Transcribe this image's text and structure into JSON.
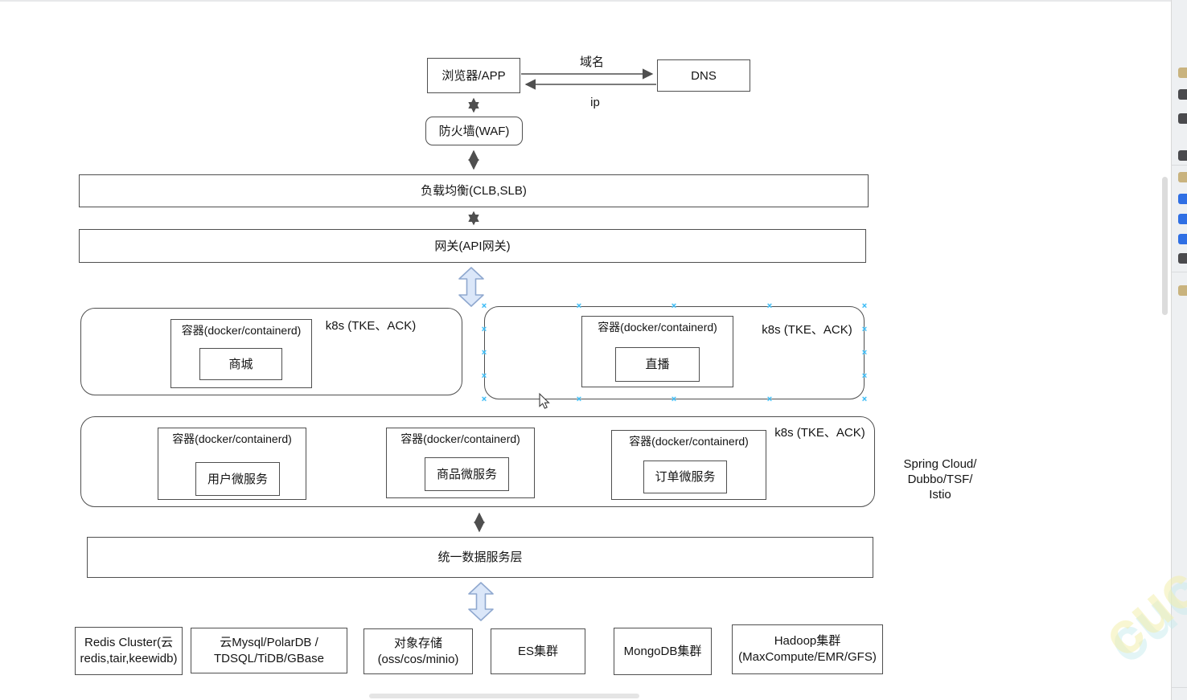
{
  "diagram": {
    "browser": "浏览器/APP",
    "dns": "DNS",
    "domain_label": "域名",
    "ip_label": "ip",
    "waf": "防火墙(WAF)",
    "load_balancer": "负载均衡(CLB,SLB)",
    "gateway": "网关(API网关)",
    "container_label": "容器(docker/containerd)",
    "k8s_label": "k8s (TKE、ACK)",
    "cluster_left_service": "商城",
    "cluster_right_service": "直播",
    "microservices": [
      "用户微服务",
      "商品微服务",
      "订单微服务"
    ],
    "framework_note_lines": [
      "Spring Cloud/",
      "Dubbo/TSF/",
      "Istio"
    ],
    "data_layer": "统一数据服务层",
    "datastores": [
      {
        "line1": "Redis Cluster(云",
        "line2": "redis,tair,keewidb)"
      },
      {
        "line1": "云Mysql/PolarDB /",
        "line2": "TDSQL/TiDB/GBase"
      },
      {
        "line1": "对象存储",
        "line2": "(oss/cos/minio)"
      },
      {
        "line1": "ES集群",
        "line2": ""
      },
      {
        "line1": "MongoDB集群",
        "line2": ""
      },
      {
        "line1": "Hadoop集群",
        "line2": "(MaxCompute/EMR/GFS)"
      }
    ]
  },
  "selection": {
    "handle_glyph": "×",
    "handle_color": "#35b9f5"
  },
  "watermark_text": "cuc",
  "colors": {
    "line": "#4f4f4f",
    "block_arrow_fill": "#dbe7f9",
    "block_arrow_stroke": "#8fa8cf",
    "panel_bg": "#eef0f2",
    "panel_blue": "#2f6fe4",
    "panel_dark": "#4a4a4d",
    "panel_tan": "#c9b37e"
  }
}
